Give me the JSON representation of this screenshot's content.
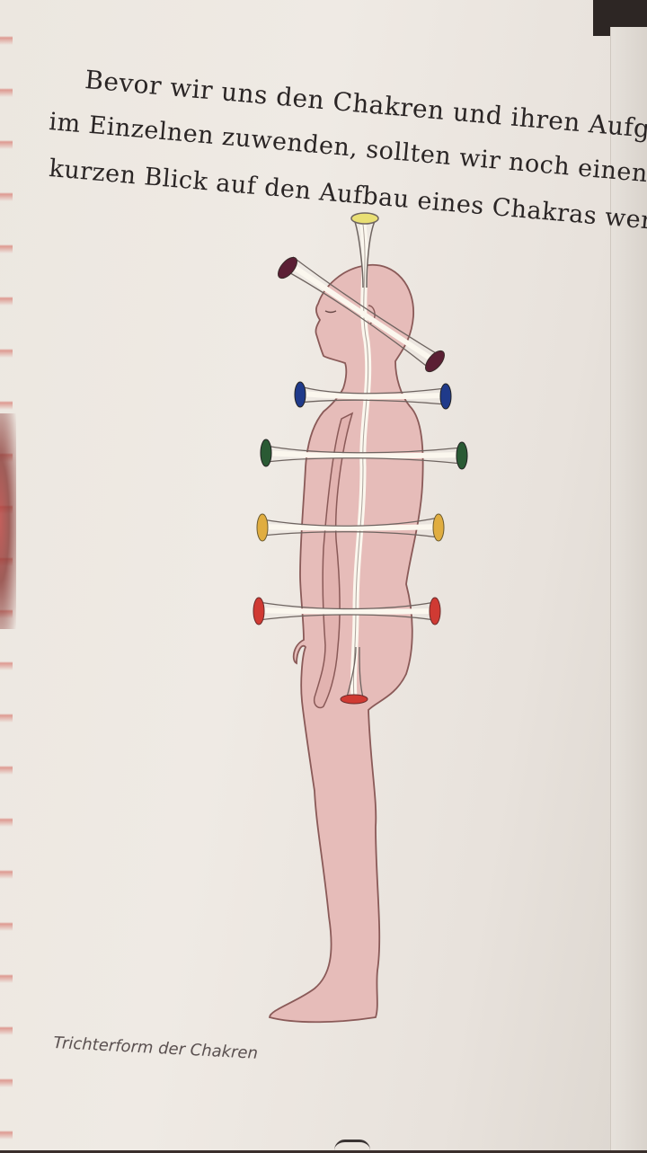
{
  "text": {
    "line1": "Bevor wir uns den Chakren und ihren Aufgaben",
    "line2": "im Einzelnen zuwenden, sollten wir noch einen",
    "line3": "kurzen Blick auf den Aufbau eines Chakras werfen."
  },
  "caption": "Trichterform der Chakren",
  "chakra_colors": {
    "crown": "#e9df74",
    "third_eye": "#5b1f34",
    "throat": "#1f3a8a",
    "heart": "#2a5a34",
    "solar_plexus": "#e0ad40",
    "sacral": "#d03a33",
    "root": "#d03a33"
  },
  "body_color": "#e5b9b8"
}
